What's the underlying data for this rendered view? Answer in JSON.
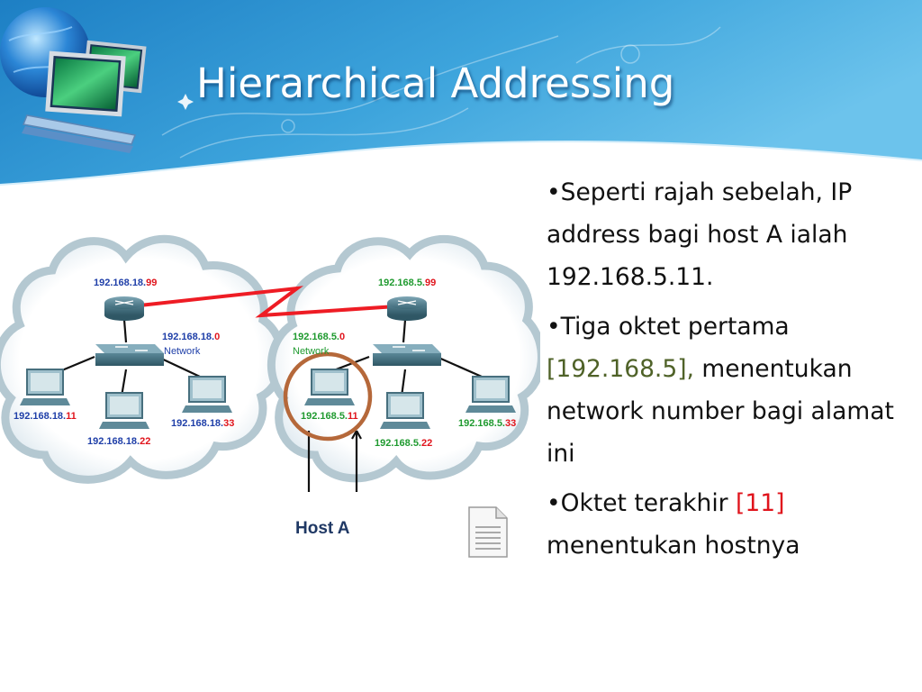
{
  "slide": {
    "title": "Hierarchical Addressing"
  },
  "diagram": {
    "left": {
      "router": {
        "prefix": "192.168.18.",
        "suffix": "99"
      },
      "network": {
        "prefix": "192.168.18.",
        "suffix": "0",
        "label": "Network"
      },
      "hosts": [
        {
          "prefix": "192.168.18.",
          "suffix": "11"
        },
        {
          "prefix": "192.168.18.",
          "suffix": "22"
        },
        {
          "prefix": "192.168.18.",
          "suffix": "33"
        }
      ]
    },
    "right": {
      "router": {
        "prefix": "192.168.5.",
        "suffix": "99"
      },
      "network": {
        "prefix": "192.168.5.",
        "suffix": "0",
        "label": "Network"
      },
      "hosts": [
        {
          "prefix": "192.168.5.",
          "suffix": "11"
        },
        {
          "prefix": "192.168.5.",
          "suffix": "22"
        },
        {
          "prefix": "192.168.5.",
          "suffix": "33"
        }
      ]
    },
    "host_label": "Host A",
    "colors": {
      "left_prefix": "#1f3fa8",
      "right_prefix": "#1f9a2f",
      "suffix": "#e0141c",
      "circle": "#b5683a",
      "wan_link": "#ee1c24"
    }
  },
  "bullets": [
    {
      "marker": "•",
      "text": "Seperti rajah sebelah, IP address bagi host A ialah 192.168.5.11."
    },
    {
      "marker": "•",
      "before": "Tiga oktet pertama ",
      "highlight": "[192.168.5],",
      "after": " menentukan network number  bagi alamat ini"
    },
    {
      "marker": "•",
      "before": "Oktet terakhir ",
      "highlight": "[11]",
      "after": " menentukan hostnya"
    }
  ]
}
